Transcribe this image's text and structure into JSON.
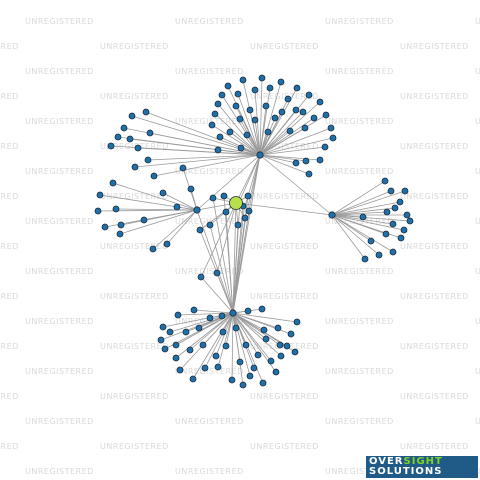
{
  "watermark": "UNREGISTERED",
  "logo": {
    "word1": "OVER",
    "word2": "SIGHT",
    "word3": "SOLUTIONS"
  },
  "colors": {
    "background": "#ffffff",
    "edge": "#9a9a9a",
    "node_fill": "#1f6fa8",
    "node_stroke": "#1b2b3a",
    "focus_node_fill": "#b5e04a",
    "watermark": "#d9d9d9",
    "logo_bg": "#1f5b86",
    "logo_accent": "#7ed321"
  }
}
